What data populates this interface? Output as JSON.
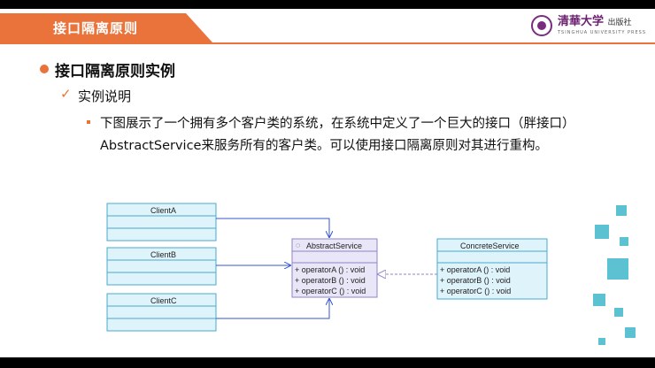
{
  "header": {
    "title": "接口隔离原则",
    "accent_color": "#e9733a"
  },
  "logo": {
    "cn_name": "清華大学",
    "cn_suffix": "出版社",
    "en_name": "TSINGHUA UNIVERSITY PRESS"
  },
  "content": {
    "heading": "接口隔离原则实例",
    "subheading": "实例说明",
    "paragraph": "下图展示了一个拥有多个客户类的系统，在系统中定义了一个巨大的接口（胖接口）AbstractService来服务所有的客户类。可以使用接口隔离原则对其进行重构。"
  },
  "diagram": {
    "clients": [
      "ClientA",
      "ClientB",
      "ClientC"
    ],
    "abstract_service": {
      "name": "AbstractService",
      "methods": [
        "+ operatorA () : void",
        "+ operatorB () : void",
        "+ operatorC () : void"
      ]
    },
    "concrete_service": {
      "name": "ConcreteService",
      "methods": [
        "+ operatorA () : void",
        "+ operatorB () : void",
        "+ operatorC () : void"
      ]
    },
    "colors": {
      "class_fill": "#dff3fb",
      "class_border": "#4aa9cf",
      "interface_fill": "#e9e6f8",
      "interface_border": "#8b86c9",
      "arrow": "#3355cc"
    }
  },
  "icons": [
    "checkmark-icon",
    "bullet-dot-icon",
    "square-bullet-icon",
    "tsinghua-seal-icon"
  ]
}
